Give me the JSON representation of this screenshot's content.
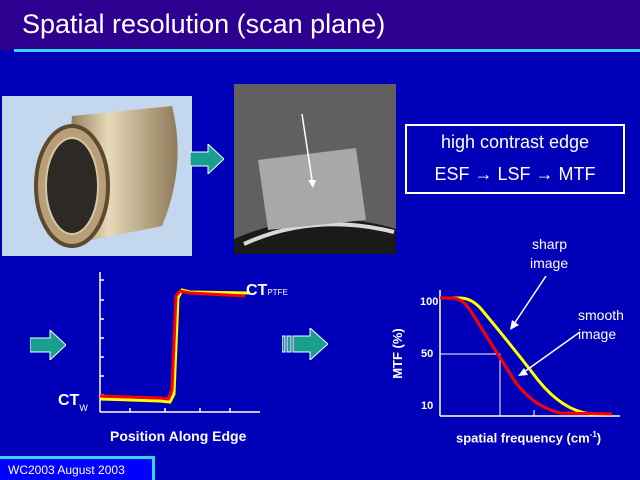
{
  "slide": {
    "title": "Spatial resolution (scan plane)",
    "footer": "WC2003 August 2003"
  },
  "edge_box": {
    "line1": "high contrast edge",
    "line2": "ESF → LSF → MTF"
  },
  "esf_plot": {
    "label_ct": "CT",
    "label_ptfe_sub": "PTFE",
    "label_w_sub": "W",
    "xlabel": "Position Along Edge"
  },
  "mtf_plot": {
    "ylabel": "MTF (%)",
    "xlabel": "spatial frequency (cm",
    "xlabel_sup": "-1",
    "xlabel_close": ")",
    "ticks": [
      "100",
      "50",
      "10"
    ],
    "annot_sharp_1": "sharp",
    "annot_sharp_2": "image",
    "annot_smooth_1": "smooth",
    "annot_smooth_2": "image"
  },
  "colors": {
    "background": "#0000b8",
    "title_bar": "#2d0090",
    "accent": "#33d6ff",
    "arrow_fill": "#1a9f8f",
    "curve_red": "#ff0000",
    "curve_yellow": "#ffff00"
  }
}
